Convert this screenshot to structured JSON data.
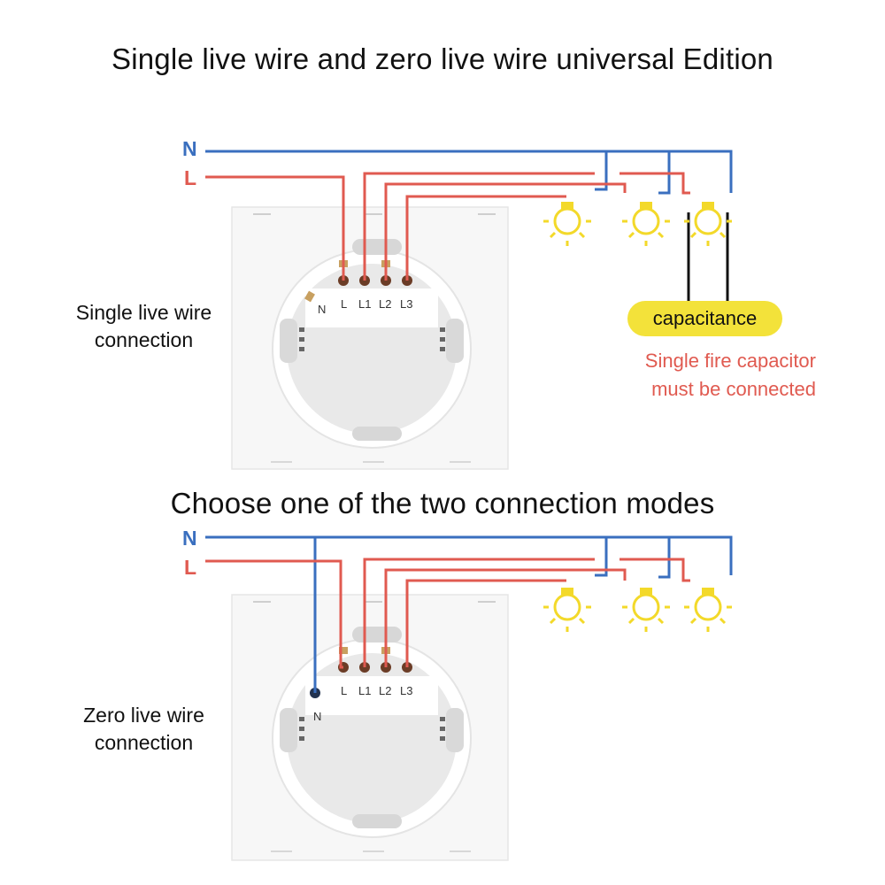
{
  "title": "Single live wire and zero live wire universal Edition",
  "subtitle": "Choose one of the two connection modes",
  "colors": {
    "neutral": "#3a6fbf",
    "live": "#e05a50",
    "bulb": "#f3e23a",
    "capacitor": "#f3e23a"
  },
  "diagrams": [
    {
      "label": "Single live wire\nconnection",
      "wire_labels": [
        "N",
        "L"
      ],
      "terminals": [
        "N",
        "L",
        "L1",
        "L2",
        "L3"
      ],
      "capacitor": {
        "label": "capacitance",
        "note": "Single fire capacitor\nmust be connected"
      }
    },
    {
      "label": "Zero live wire\nconnection",
      "wire_labels": [
        "N",
        "L"
      ],
      "terminals": [
        "N",
        "L",
        "L1",
        "L2",
        "L3"
      ]
    }
  ]
}
